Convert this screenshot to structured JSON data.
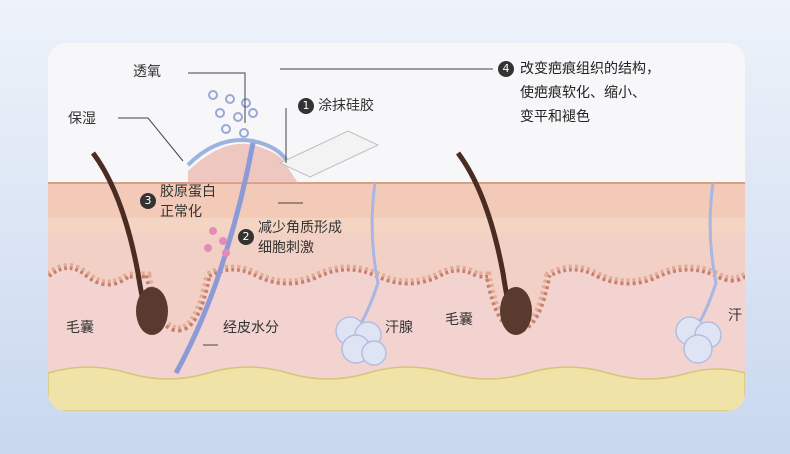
{
  "labels": {
    "oxygen": "透氧",
    "moisture": "保湿",
    "step1": "涂抹硅胶",
    "step2_line1": "减少角质形成",
    "step2_line2": "细胞刺激",
    "step3_line1": "胶原蛋白",
    "step3_line2": "正常化",
    "step4_line1": "改变疤痕组织的结构，",
    "step4_line2": "使疤痕软化、缩小、",
    "step4_line3": "变平和褪色",
    "hair1": "毛囊",
    "hair2": "毛囊",
    "water": "经皮水分",
    "sweat1": "汗腺",
    "sweat2": "汗"
  },
  "numbers": {
    "n1": "1",
    "n2": "2",
    "n3": "3",
    "n4": "4"
  },
  "colors": {
    "epidermis": "#f0c3a9",
    "dermis": "#f4d6cf",
    "fat": "#efe1a3",
    "hair": "#4a2c22"
  }
}
